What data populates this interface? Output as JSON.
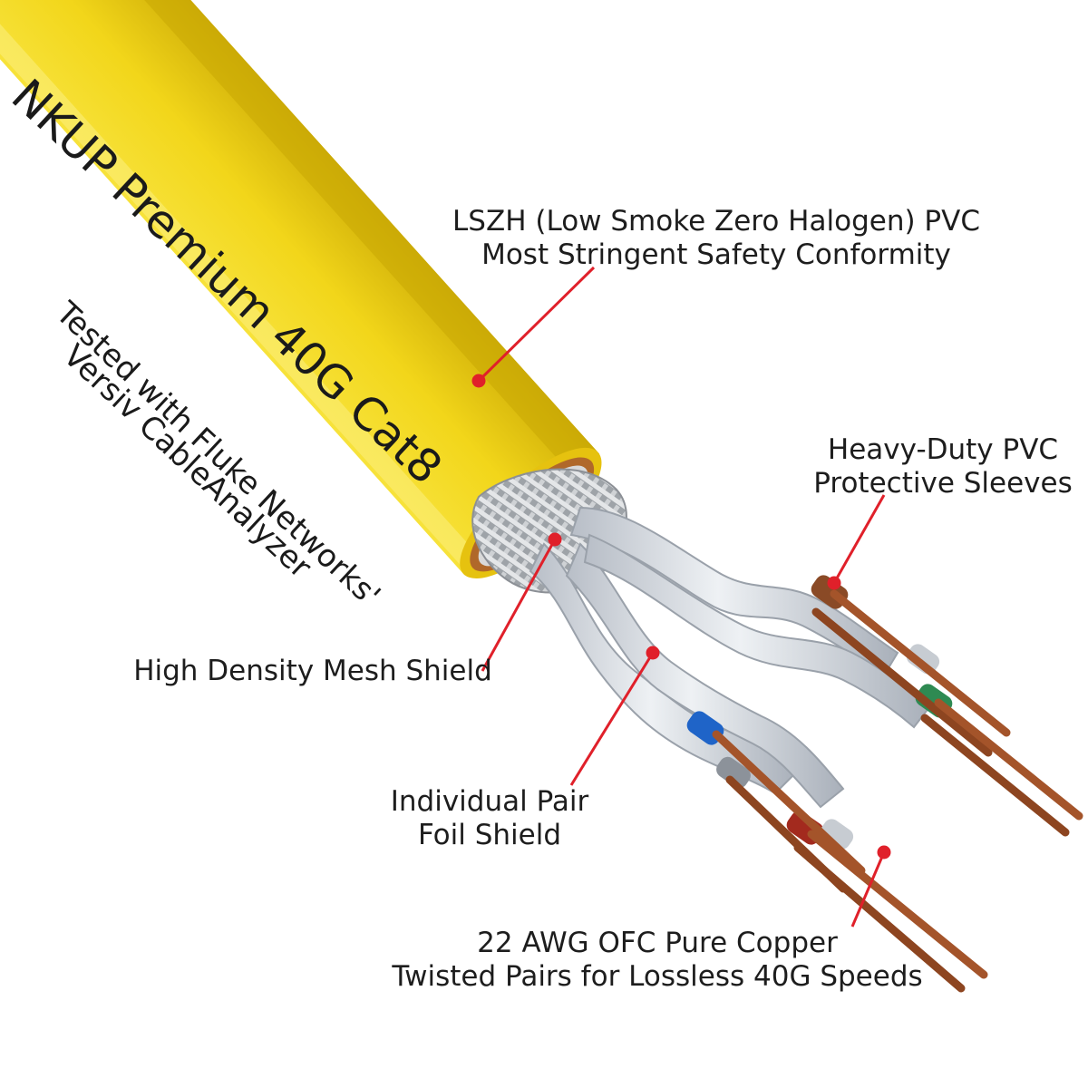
{
  "cable": {
    "jacket_print": "NKUP Premium 40G Cat8",
    "test_note": {
      "line1": "Tested with Fluke Networks'",
      "line2": "Versiv CableAnalyzer"
    },
    "colors": {
      "jacket": "#f2d61a",
      "jacket_shadow": "#c8a800",
      "braid": "#b9b9b9",
      "foil": "#d9dde3",
      "copper": "#a4542a",
      "callout_line": "#e0202a",
      "sleeve_blue": "#1f64c8",
      "sleeve_green": "#2e8a52",
      "sleeve_brown": "#8a4a26",
      "sleeve_red": "#a32a1e"
    }
  },
  "callouts": {
    "lszh": {
      "line1": "LSZH (Low Smoke Zero Halogen) PVC",
      "line2": "Most Stringent Safety Conformity"
    },
    "sleeves": {
      "line1": "Heavy-Duty PVC",
      "line2": "Protective Sleeves"
    },
    "mesh": {
      "line1": "High Density Mesh Shield"
    },
    "foil": {
      "line1": "Individual Pair",
      "line2": "Foil Shield"
    },
    "copper": {
      "line1": "22 AWG OFC Pure Copper",
      "line2": "Twisted Pairs for Lossless 40G Speeds"
    }
  }
}
